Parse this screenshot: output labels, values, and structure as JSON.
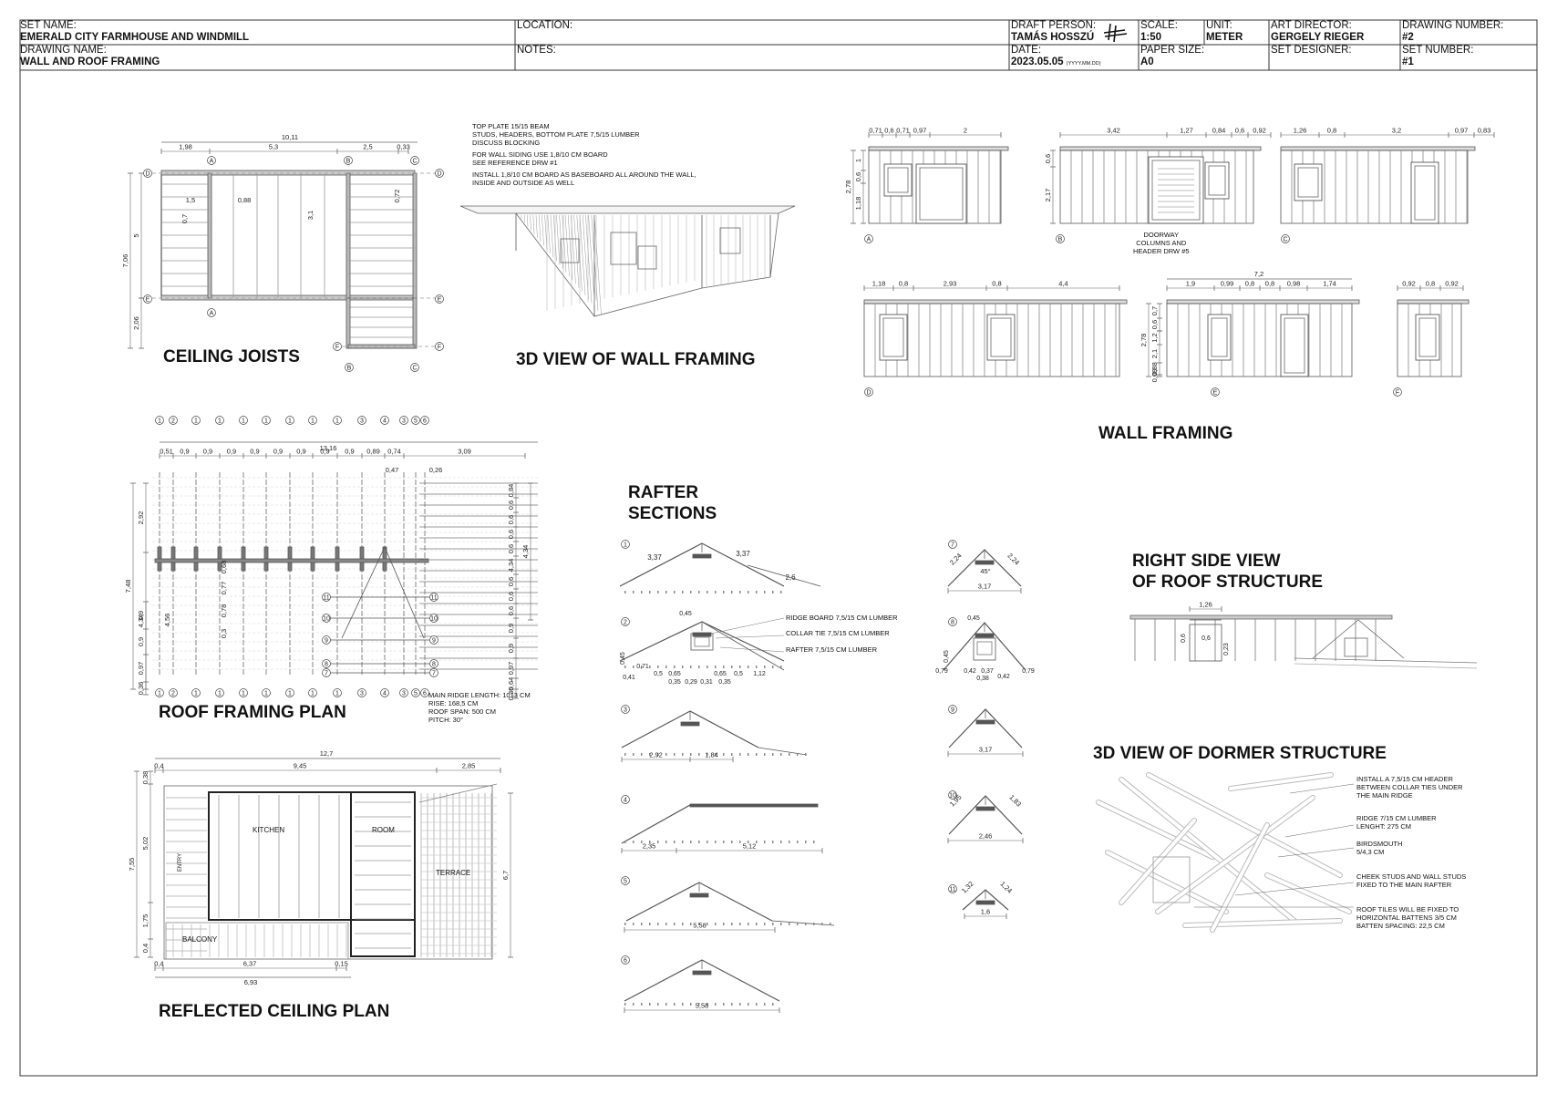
{
  "titleblock": {
    "set_name_label": "SET NAME:",
    "set_name": "EMERALD CITY FARMHOUSE AND WINDMILL",
    "drawing_name_label": "DRAWING NAME:",
    "drawing_name": "WALL AND ROOF FRAMING",
    "location_label": "LOCATION:",
    "notes_label": "NOTES:",
    "draft_person_label": "DRAFT PERSON:",
    "draft_person": "TAMÁS HOSSZÚ",
    "date_label": "DATE:",
    "date": "2023.05.05",
    "date_format": "(YYYY.MM.DD)",
    "scale_label": "SCALE:",
    "scale": "1:50",
    "unit_label": "UNIT:",
    "unit": "METER",
    "paper_size_label": "PAPER SIZE:",
    "paper_size": "A0",
    "art_director_label": "ART DIRECTOR:",
    "art_director": "GERGELY RIEGER",
    "set_designer_label": "SET DESIGNER:",
    "drawing_number_label": "DRAWING NUMBER:",
    "drawing_number": "#2",
    "set_number_label": "SET NUMBER:",
    "set_number": "#1"
  },
  "titles": {
    "ceiling_joists": "CEILING JOISTS",
    "wall_3d": "3D VIEW OF WALL FRAMING",
    "wall_framing": "WALL FRAMING",
    "roof_plan": "ROOF FRAMING PLAN",
    "rafter_sections_1": "RAFTER",
    "rafter_sections_2": "SECTIONS",
    "right_side_1": "RIGHT SIDE VIEW",
    "right_side_2": "OF ROOF STRUCTURE",
    "dormer_3d": "3D VIEW OF DORMER STRUCTURE",
    "reflected": "REFLECTED CEILING PLAN"
  },
  "notes": {
    "wall_notes": [
      "TOP PLATE 15/15 BEAM",
      "STUDS, HEADERS, BOTTOM PLATE 7,5/15 LUMBER",
      "DISCUSS BLOCKING",
      "",
      "FOR WALL SIDING USE 1,8/10 CM BOARD",
      "SEE REFERENCE DRW #1",
      "",
      "INSTALL 1,8/10 CM BOARD AS BASEBOARD ALL AROUND THE WALL,",
      "INSIDE AND OUTSIDE AS WELL"
    ],
    "roof_plan_notes": [
      "MAIN RIDGE LENGTH: 1013 CM",
      "RISE: 168,5 CM",
      "ROOF SPAN: 500 CM",
      "PITCH: 30°"
    ],
    "rafter_callouts": [
      "RIDGE BOARD 7,5/15 CM LUMBER",
      "COLLAR TIE 7,5/15 CM LUMBER",
      "RAFTER 7,5/15 CM LUMBER"
    ],
    "doorway": [
      "DOORWAY",
      "COLUMNS AND",
      "HEADER DRW #5"
    ],
    "dormer_notes": [
      [
        "INSTALL A 7,5/15 CM HEADER",
        "BETWEEN COLLAR TIES UNDER",
        "THE MAIN RIDGE"
      ],
      [
        "RIDGE 7/15 CM LUMBER",
        "LENGHT: 275 CM"
      ],
      [
        "BIRDSMOUTH",
        "5/4,3 CM"
      ],
      [
        "CHEEK STUDS AND WALL STUDS",
        "FIXED TO THE MAIN RAFTER"
      ],
      [
        "ROOF TILES WILL BE FIXED TO",
        "HORIZONTAL BATTENS 3/5 CM",
        "BATTEN SPACING: 22,5 CM"
      ]
    ]
  },
  "rooms": {
    "kitchen": "KITCHEN",
    "room": "ROOM",
    "terrace": "TERRACE",
    "balcony": "BALCONY",
    "entry": "ENTRY"
  },
  "dims": {
    "cj_top": [
      "1,98",
      "5,3",
      "2,5",
      "0,33"
    ],
    "cj_total": "10,11",
    "cj_inner": [
      "1,5",
      "0,88",
      "0,7",
      "3,1",
      "0,72"
    ],
    "cj_left": [
      "5",
      "7,06",
      "2,06"
    ],
    "wall_a": [
      "0,71",
      "0,6",
      "0,71",
      "0,97",
      "2"
    ],
    "wall_a_v": [
      "1",
      "0,6",
      "2,78",
      "1,18"
    ],
    "wall_b": [
      "3,42",
      "1,27",
      "0,84",
      "0,6",
      "0,92"
    ],
    "wall_b_v": [
      "0,6",
      "2,17"
    ],
    "wall_c": [
      "1,26",
      "0,8",
      "3,2",
      "0,97",
      "0,83"
    ],
    "wall_d": [
      "1,18",
      "0,8",
      "2,93",
      "0,8",
      "4,4"
    ],
    "wall_e_total": "7,2",
    "wall_e": [
      "1,9",
      "0,99",
      "0,8",
      "0,8",
      "0,98",
      "1,74"
    ],
    "wall_e_v": [
      "0,7",
      "0,6",
      "2,78",
      "1,2",
      "2,1",
      "0,88",
      "0,08"
    ],
    "wall_f": [
      "0,92",
      "0,8",
      "0,92"
    ],
    "rp_total": "13,16",
    "rp_top": [
      "0,51",
      "0,9",
      "0,9",
      "0,9",
      "0,9",
      "0,9",
      "0,9",
      "0,9",
      "0,9",
      "0,89",
      "0,74",
      "3,09"
    ],
    "rp_small": [
      "0,47",
      "0,26"
    ],
    "rp_left": [
      "2,92",
      "4,34",
      "7,48",
      "4,56",
      "0,9",
      "0,9",
      "0,97",
      "0,36"
    ],
    "rp_inner": [
      "0,68",
      "0,77",
      "0,78",
      "0,3"
    ],
    "rp_right": [
      "0,84",
      "0,6",
      "0,6",
      "0,6",
      "0,6",
      "4,34",
      "0,6",
      "0,6",
      "0,6",
      "0,9",
      "0,9",
      "0,97",
      "0,64",
      "0,36"
    ],
    "rp_markers_top": [
      "1",
      "2",
      "1",
      "1",
      "1",
      "1",
      "1",
      "1",
      "1",
      "3",
      "4",
      "3",
      "5",
      "6"
    ],
    "rp_markers_side": [
      "11",
      "10",
      "9",
      "8",
      "7"
    ],
    "rc_top": [
      "0,4",
      "9,45",
      "2,85"
    ],
    "rc_total": "12,7",
    "rc_left": [
      "0,38",
      "5,02",
      "7,55",
      "1,75",
      "0,4"
    ],
    "rc_right": "6,7",
    "rc_bottom": [
      "0,4",
      "6,37",
      "0,15"
    ],
    "rc_bottom_total": "6,93",
    "rs1": [
      "3,37",
      "3,37",
      "2,6"
    ],
    "rs2": [
      "0,45",
      "0,45",
      "0,71",
      "0,41",
      "0,5",
      "0,65",
      "0,35",
      "0,29",
      "0,31",
      "0,35",
      "0,65",
      "0,5",
      "1,12"
    ],
    "rs3": [
      "2,92",
      "1,84"
    ],
    "rs4": [
      "2,35",
      "5,12"
    ],
    "rs5": "5,58",
    "rs6": "5,58",
    "rs7": [
      "2,24",
      "2,24",
      "45°",
      "3,17"
    ],
    "rs8": [
      "0,45",
      "0,45",
      "0,79",
      "0,42",
      "0,37",
      "0,42",
      "0,38",
      "0,79"
    ],
    "rs9": "3,17",
    "rs10": [
      "1,95",
      "1,83",
      "2,46"
    ],
    "rs11": [
      "1,32",
      "1,24",
      "1,6"
    ],
    "side_view": [
      "1,26",
      "0,6",
      "0,6",
      "0,23"
    ],
    "section_numbers": [
      "1",
      "2",
      "3",
      "4",
      "5",
      "6",
      "7",
      "8",
      "9",
      "10",
      "11"
    ],
    "grid": {
      "A": "A",
      "B": "B",
      "C": "C",
      "D": "D",
      "E": "E",
      "F": "F"
    }
  }
}
